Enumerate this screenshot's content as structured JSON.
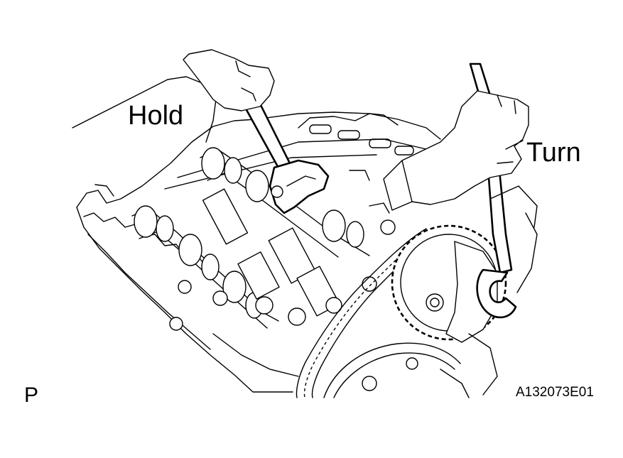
{
  "labels": {
    "hold": "Hold",
    "turn": "Turn",
    "view_mark": "P",
    "figure_code": "A132073E01"
  },
  "colors": {
    "line": "#000000",
    "background": "#ffffff"
  }
}
